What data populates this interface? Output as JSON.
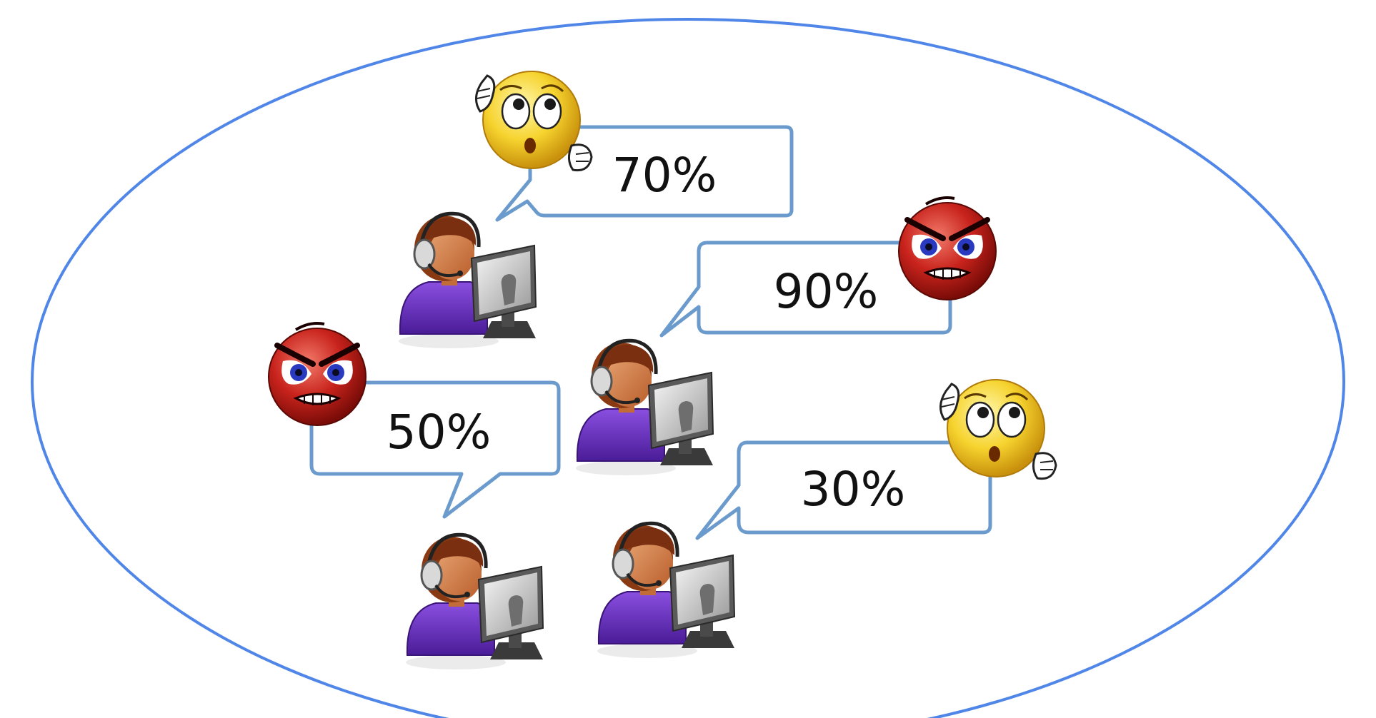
{
  "diagram": {
    "callouts": [
      {
        "label": "70%",
        "mood": "confused",
        "icon": "thinking-face-icon"
      },
      {
        "label": "90%",
        "mood": "angry",
        "icon": "angry-face-icon"
      },
      {
        "label": "50%",
        "mood": "angry",
        "icon": "angry-face-icon"
      },
      {
        "label": "30%",
        "mood": "confused",
        "icon": "thinking-face-icon"
      }
    ],
    "agent_icon": "call-center-agent-icon",
    "colors": {
      "ellipse": "#4f86e8",
      "callout_border": "#6b9bcd",
      "agent_shirt": "#6a2fc0",
      "angry_face": "#c0201c",
      "confused_face": "#f3cc22"
    }
  }
}
